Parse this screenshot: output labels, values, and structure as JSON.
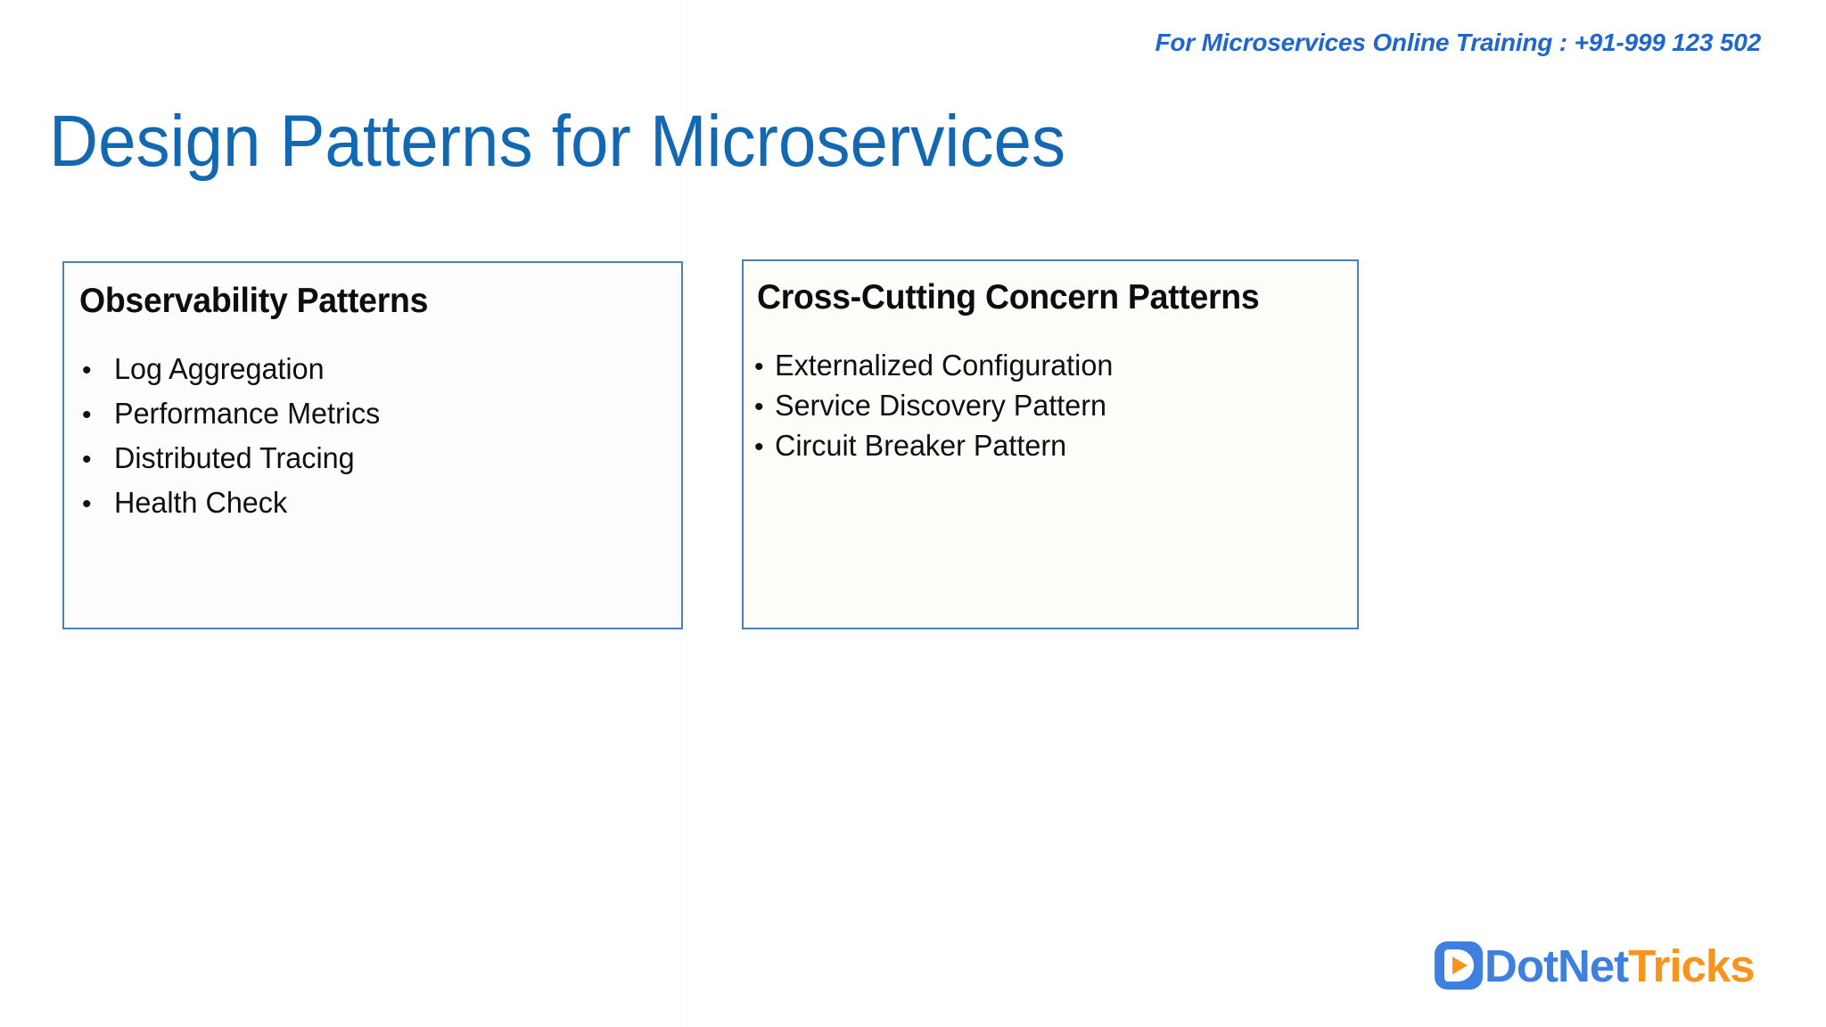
{
  "slide": {
    "contact_note": "For Microservices Online Training : +91-999 123 502",
    "title": "Design Patterns for Microservices",
    "title_color": "#1268b3",
    "contact_color": "#1f66cf",
    "panel_border_color": "#4a82b8"
  },
  "panels": [
    {
      "heading": "Observability Patterns",
      "bullet_glyph": "•",
      "items": [
        "Log Aggregation",
        "Performance Metrics",
        "Distributed Tracing",
        "Health Check"
      ]
    },
    {
      "heading": "Cross-Cutting Concern Patterns",
      "bullet_glyph": "•",
      "items": [
        "Externalized Configuration",
        "Service Discovery Pattern",
        "Circuit Breaker Pattern"
      ]
    }
  ],
  "logo": {
    "mark_icon": "play-button-in-d-icon",
    "word_primary": "DotNet",
    "word_secondary": "Tricks",
    "primary_color": "#3f7fe0",
    "secondary_color": "#f7941d"
  }
}
